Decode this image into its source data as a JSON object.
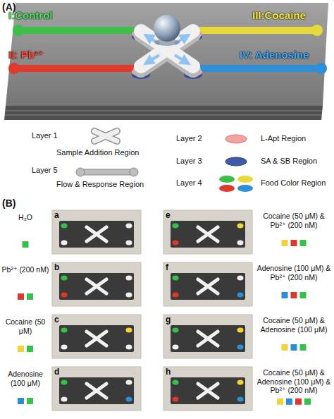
{
  "diagram": {
    "nodes": [
      {
        "text": [
          "I:Control"
        ]
      },
      {
        "text": [
          "III:Cocaine"
        ]
      },
      {
        "text": [
          "II: Pb²⁺"
        ]
      },
      {
        "text": [
          "IV: Adenosine"
        ]
      },
      {
        "text": [
          "a"
        ]
      },
      {
        "text": [
          "e"
        ]
      },
      {
        "text": [
          "b"
        ]
      },
      {
        "text": [
          "f"
        ]
      },
      {
        "text": [
          "c"
        ]
      },
      {
        "text": [
          "g"
        ]
      },
      {
        "text": [
          "d"
        ]
      },
      {
        "text": [
          "h"
        ]
      }
    ],
    "labels": [
      "(A)",
      "Layer 1",
      "Sample Addition Region",
      "Layer 2",
      "L-Apt Region",
      "Layer 5",
      "Flow & Response Region",
      "Layer 3",
      "SA & SB Region",
      "Layer 4",
      "Food Color Region",
      "(B)",
      "H₂O",
      "Pb²⁺ (200 nM)",
      "Cocaine (50 μM)",
      "Adenosine (100 μM)",
      "Cocaine (50 μM) & Pb²⁺ (200 nM)",
      "Adenosine (100 μM) & Pb²⁺ (200 nM)",
      "Cocaine (50 μM) & Adenosine (100 μM)",
      "Cocaine (50 μM) & Adenosine (100 μM) & Pb²⁺ (200 nM)"
    ]
  }
}
